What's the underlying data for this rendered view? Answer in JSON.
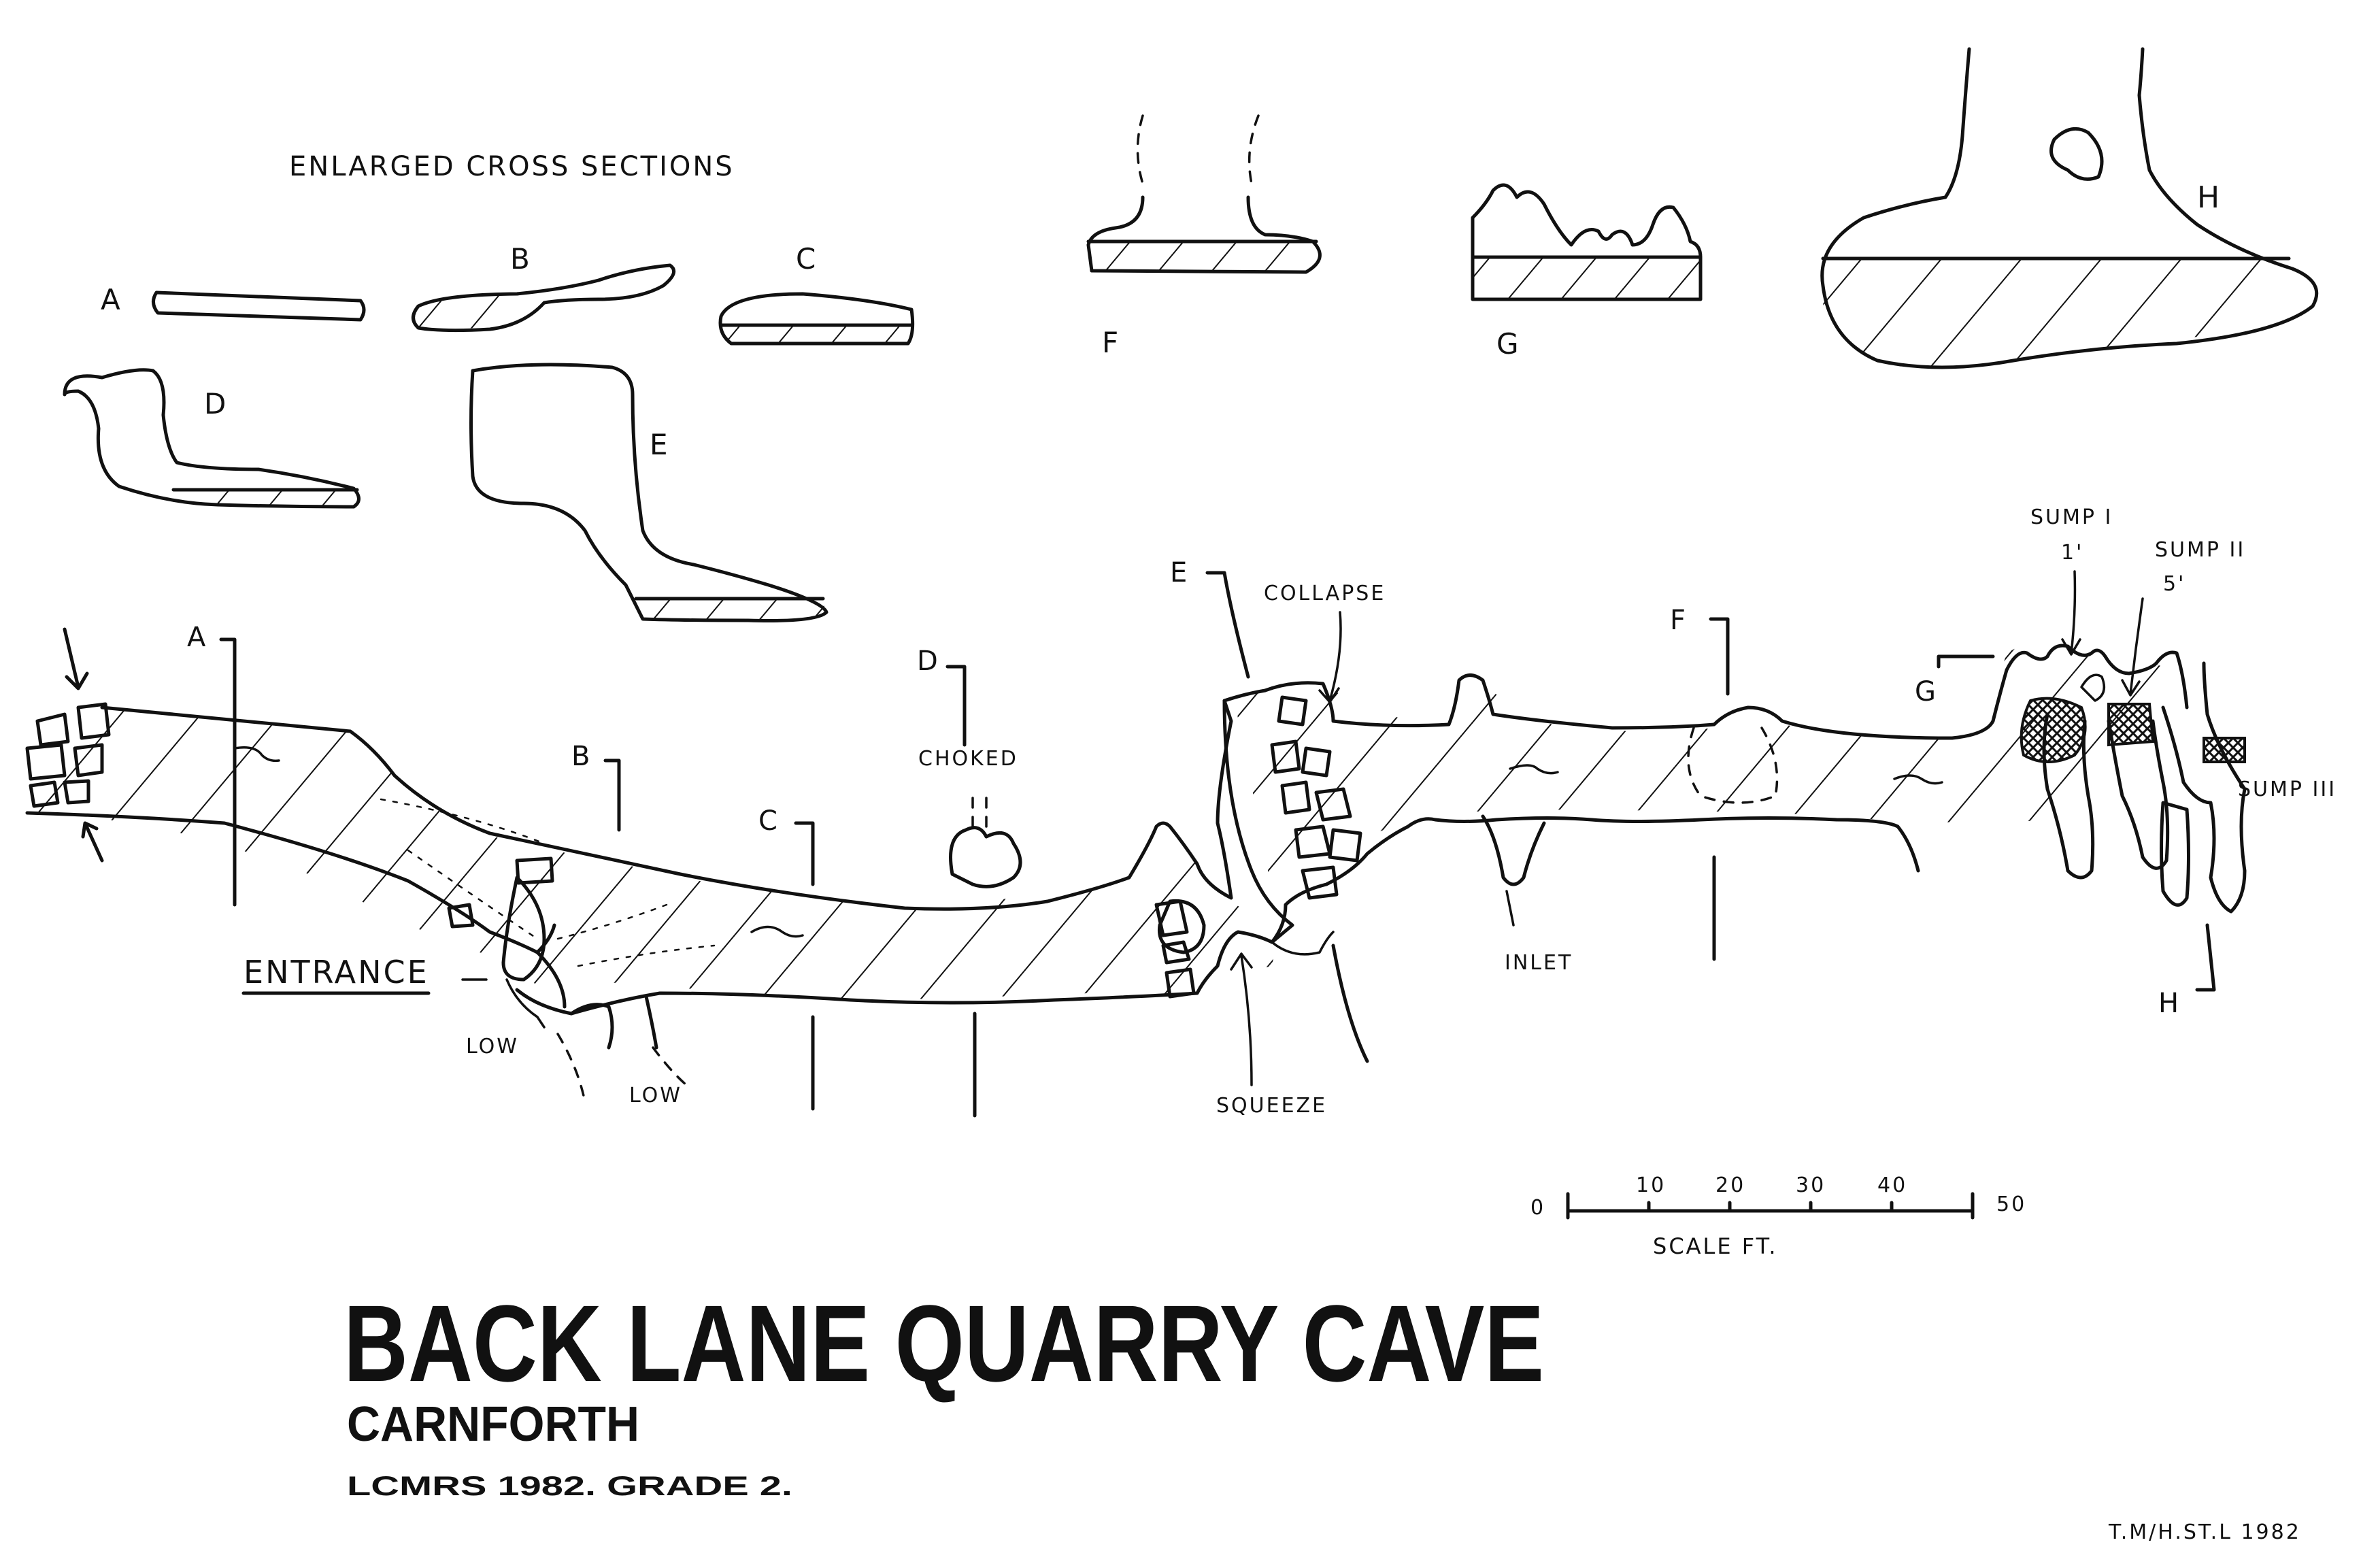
{
  "title": "BACK LANE QUARRY CAVE",
  "subtitle": "CARNFORTH",
  "survey_info": "LCMRS 1982. GRADE 2.",
  "credit": "T.M/H.ST.L 1982",
  "cross_sections": {
    "heading": "ENLARGED CROSS SECTIONS",
    "labels": [
      "A",
      "B",
      "C",
      "D",
      "E",
      "F",
      "G",
      "H"
    ]
  },
  "plan_labels": {
    "entrance": "ENTRANCE",
    "low_1": "LOW",
    "low_2": "LOW",
    "choked": "CHOKED",
    "collapse": "COLLAPSE",
    "squeeze": "SQUEEZE",
    "inlet": "INLET",
    "sump_1": "SUMP I",
    "sump_1_depth": "1'",
    "sump_2": "SUMP II",
    "sump_2_depth": "5'",
    "sump_3": "SUMP III"
  },
  "section_markers": [
    "A",
    "B",
    "C",
    "D",
    "E",
    "F",
    "G",
    "H"
  ],
  "scale_bar": {
    "title": "SCALE FT.",
    "ticks": [
      "0",
      "10",
      "20",
      "30",
      "40",
      "50"
    ],
    "range_ft": [
      0,
      50
    ]
  },
  "colors": {
    "ink": "#111111",
    "paper": "#ffffff"
  }
}
